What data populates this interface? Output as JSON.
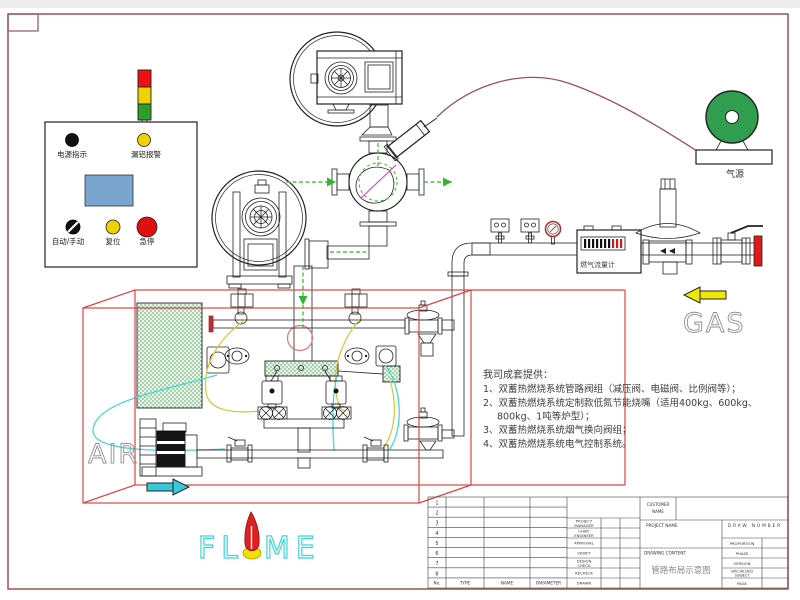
{
  "control_panel": {
    "power_label": "电源指示",
    "leak_alarm_label": "漏铝报警",
    "auto_manual_label": "自动/手动",
    "reset_label": "复位",
    "estop_label": "急停"
  },
  "flow_labels": {
    "gas_source": "气源",
    "gas": "GAS",
    "air": "AIR",
    "flow_meter": "燃气流量计"
  },
  "logo": {
    "part1": "FL",
    "part2": "ME"
  },
  "notes": {
    "lines": [
      "我司成套提供：",
      "1、双蓄热燃烧系统管路阀组（减压阀、电磁阀、比例阀等）；",
      "2、双蓄热燃烧系统定制款低氮节能烧嘴（适用400kg、600kg、",
      "800kg、1吨等炉型）；",
      "3、双蓄热燃烧系统烟气换向阀组；",
      "4、双蓄热燃烧系统电气控制系统。"
    ]
  },
  "title_block": {
    "row_numbers": [
      "1",
      "2",
      "3",
      "4",
      "5",
      "6",
      "7",
      "8"
    ],
    "header": [
      "No.",
      "TYPE",
      "NAME",
      "PARAMETER"
    ],
    "signatures": [
      [
        "PROJECT",
        "MANAGER"
      ],
      [
        "CHIEF",
        "ENGINEER"
      ],
      [
        "APPROVAL",
        ""
      ],
      [
        "VERIFY",
        ""
      ],
      [
        "DESIGN",
        "CHECK"
      ],
      [
        "RECHECK",
        ""
      ],
      [
        "DRAWN",
        ""
      ]
    ],
    "customer": [
      "CUSTOMER",
      "NAME"
    ],
    "project_name": "PROJECT NAME",
    "draw_number": "DRAW NUMBER",
    "proportion": "PROPORTION",
    "drawing_content": "DRAWING CONTENT",
    "drawing_title": "管路布局示意图",
    "phase": "PHASE",
    "version": "VERSION",
    "specialized": [
      "SPECIALIZED",
      "SUBJECT"
    ],
    "page": "PAGE"
  },
  "colors": {
    "frame_maroon": "#9a5252",
    "box_red": "#d84545",
    "flow_green": "#2eb82e",
    "hose_yellow": "#d8c840",
    "hose_cyan": "#45d8d8",
    "magenta": "#cc44cc",
    "source_green": "#2f9e4f",
    "logo_cyan": "#3cd6d6",
    "flame_red": "#e02020",
    "flame_yellow": "#f0e000",
    "arrow_yellow": "#f0e800",
    "arrow_cyan": "#38c8dc",
    "screen_blue": "#79a5cf",
    "button_yellow": "#f0d000",
    "estop_red": "#e01010",
    "tower_red": "#ee1111",
    "tower_green": "#2aa02a",
    "blind_flange_red": "#e01818"
  }
}
